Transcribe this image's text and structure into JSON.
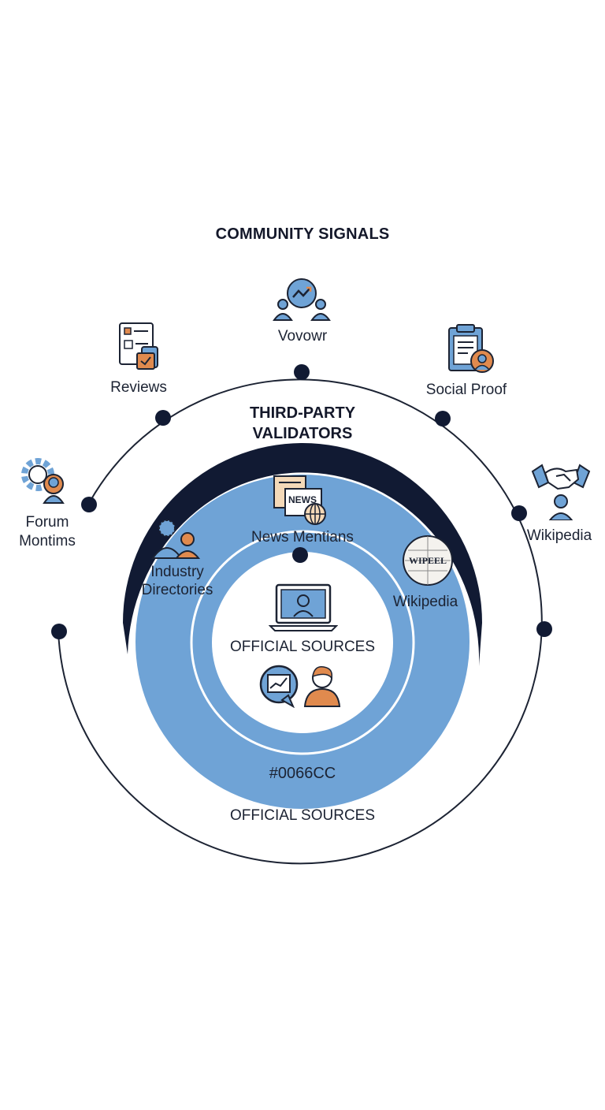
{
  "title": "COMMUNITY SIGNALS",
  "middle_ring": {
    "label_line1": "THIRD-PARTY",
    "label_line2": "VALIDATORS"
  },
  "outer_nodes": [
    {
      "label": "Vovowr",
      "icon": "team-growth-icon"
    },
    {
      "label": "Reviews",
      "icon": "review-checklist-icon"
    },
    {
      "label": "Social Proof",
      "icon": "profile-document-icon"
    },
    {
      "label_line1": "Forum",
      "label_line2": "Montims",
      "icon": "forum-gear-user-icon"
    },
    {
      "label": "Wikipedia",
      "icon": "handshake-icon"
    }
  ],
  "inner_nodes": [
    {
      "label": "News Mentians",
      "icon": "newspaper-icon"
    },
    {
      "label_line1": "Industry",
      "label_line2": "Directories",
      "icon": "people-directory-icon"
    },
    {
      "label": "Wikipedia",
      "icon": "wikipedia-globe-icon",
      "globe_text": "WIPEEL"
    }
  ],
  "core": {
    "label": "OFFICIAL SOURCES",
    "icons": [
      "laptop-user-icon",
      "chat-chart-icon",
      "person-icon"
    ]
  },
  "color_label": "#0066CC",
  "bottom_label": "OFFICIAL SOURCES",
  "colors": {
    "navy": "#111a33",
    "blue": "#6fa3d6",
    "accent": "#e08a4e"
  }
}
